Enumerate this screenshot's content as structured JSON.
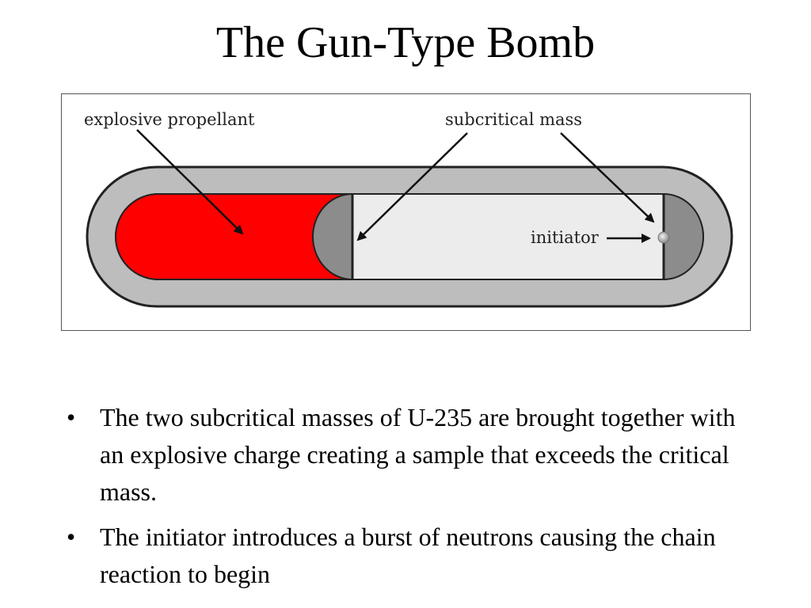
{
  "slide": {
    "title": "The Gun-Type Bomb",
    "diagram": {
      "labels": {
        "explosive_propellant": "explosive propellant",
        "subcritical_mass": "subcritical mass",
        "initiator": "initiator"
      },
      "colors": {
        "casing": "#bdbdbd",
        "propellant": "#ff0000",
        "mass": "#8c8c8c",
        "chamber": "#ececec",
        "outline": "#222222"
      }
    },
    "bullets": [
      "The two subcritical masses of U-235 are brought together with an explosive charge creating a sample that exceeds the critical mass.",
      "The initiator introduces a burst of neutrons causing the chain reaction to begin"
    ],
    "bullet_symbol": "•"
  }
}
